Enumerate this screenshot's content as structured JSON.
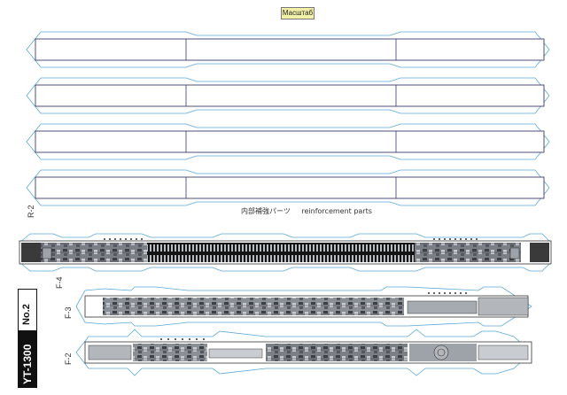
{
  "header": {
    "scale_label": "Масштаб"
  },
  "parts": {
    "r2": "R-2",
    "f4": "F-4",
    "f3": "F-3",
    "f2": "F-2"
  },
  "caption": {
    "jp": "内部補強パーツ",
    "en": "reinforcement parts"
  },
  "title_block": {
    "sheet_no": "No.2",
    "model": "YT-1300"
  },
  "colors": {
    "fold_line": "#5aa8d8",
    "outline": "#3a3a6a",
    "panel_dark": "#2a2a2a",
    "grille": "#141414"
  }
}
